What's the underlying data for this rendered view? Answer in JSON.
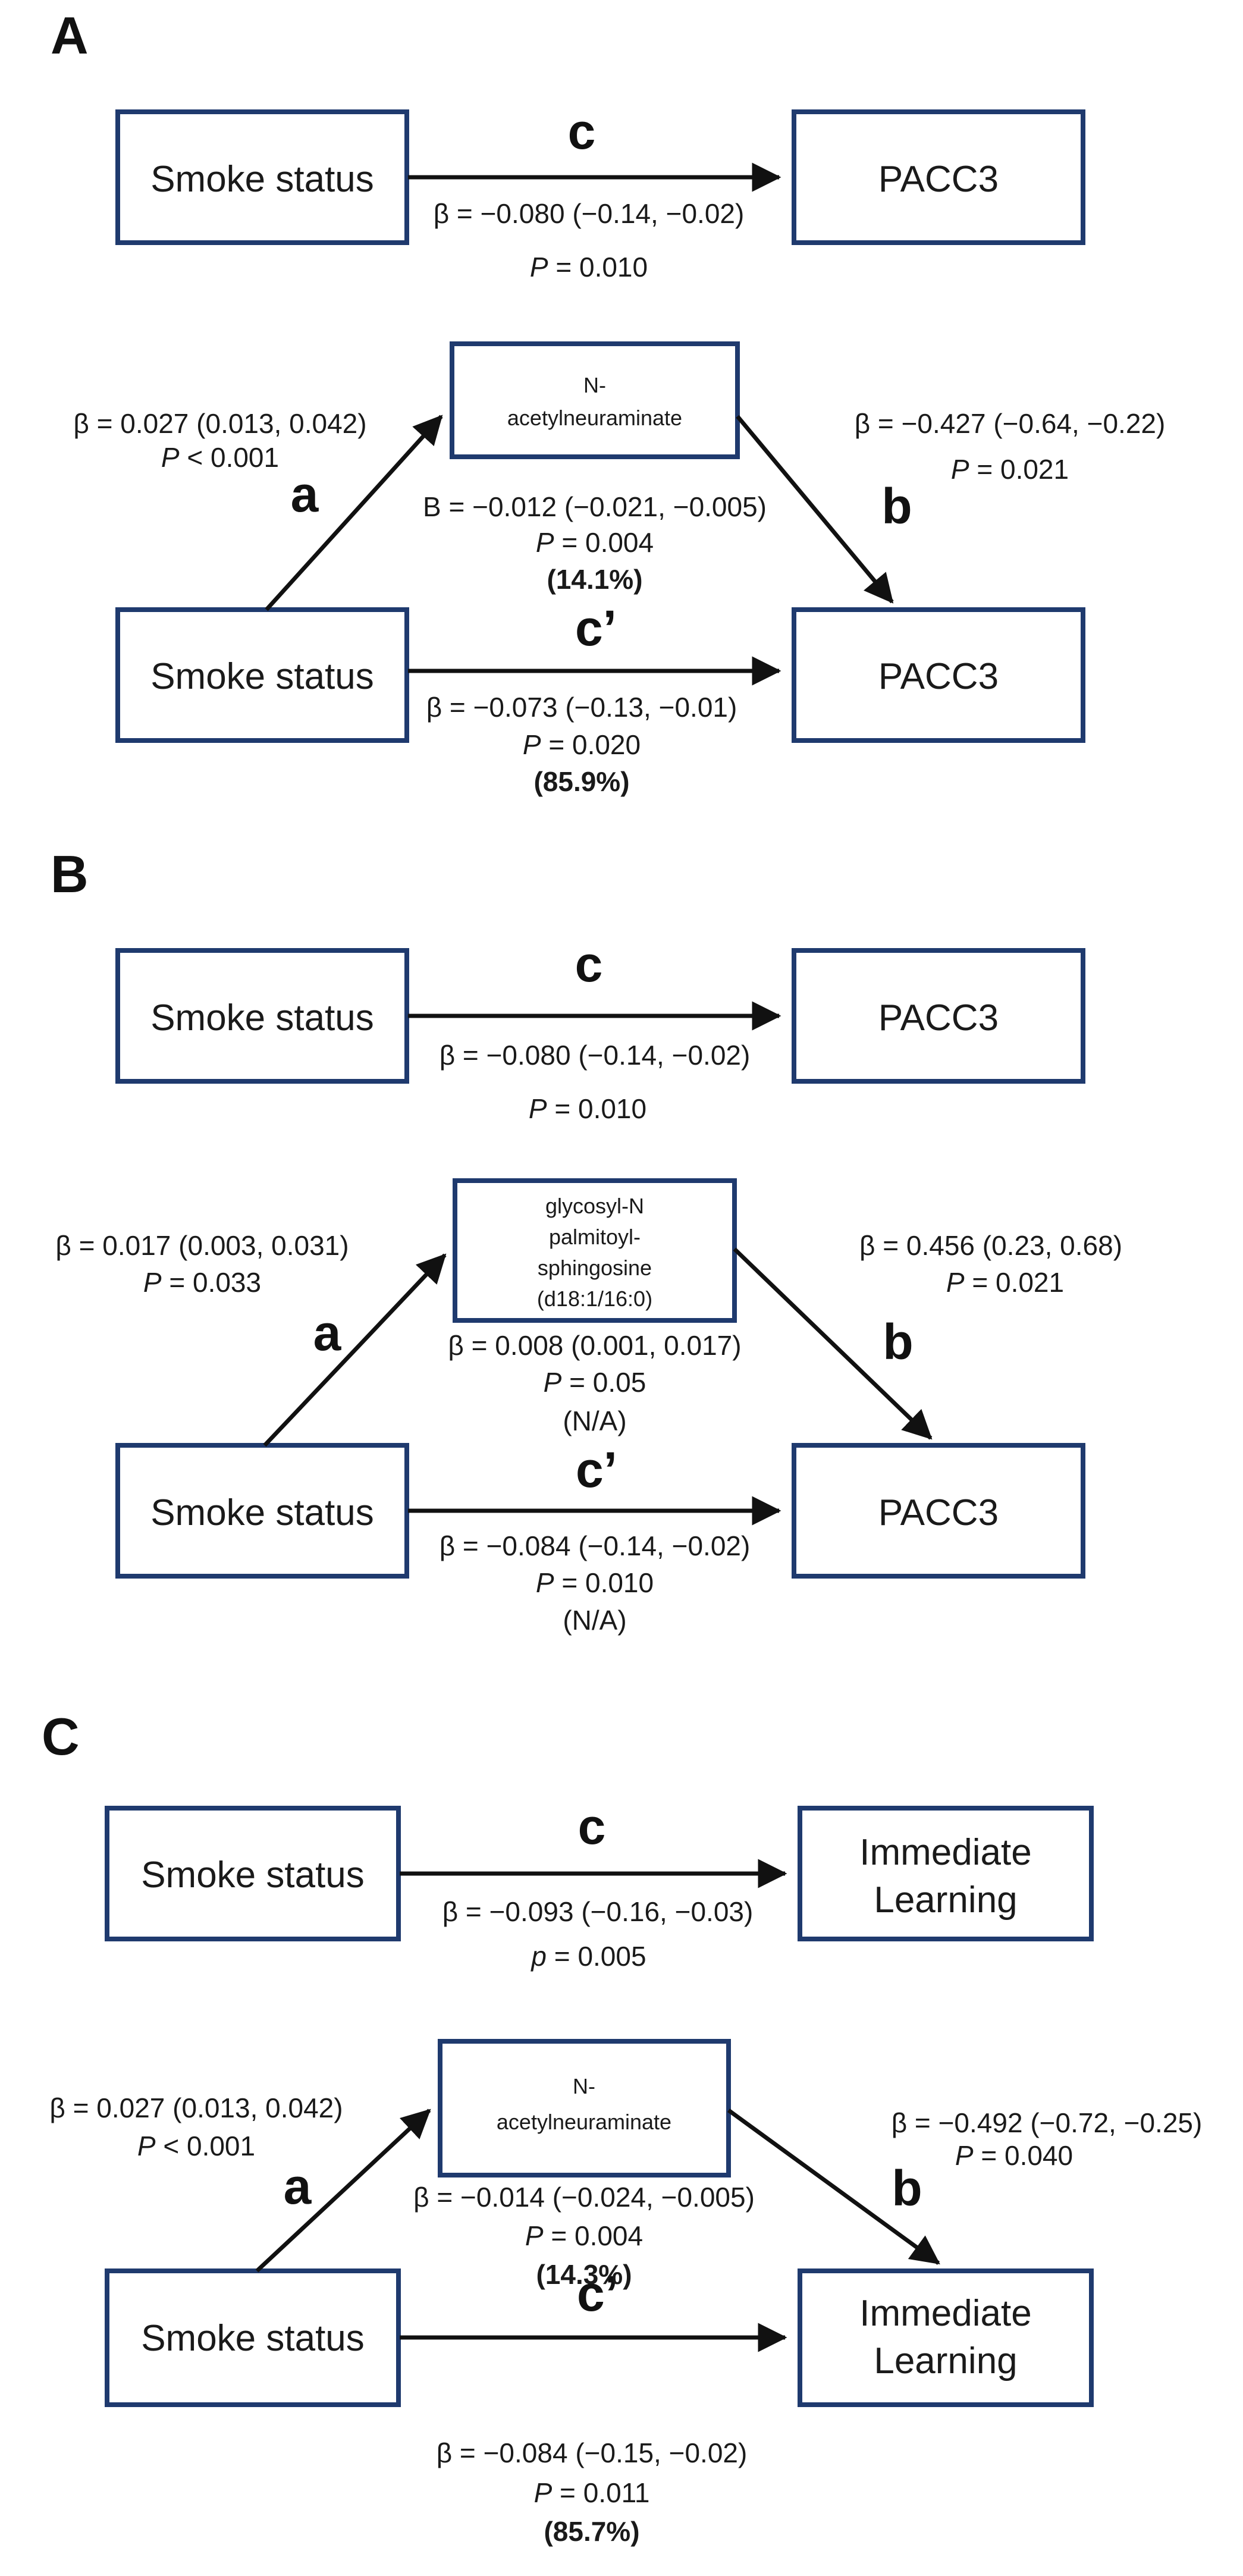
{
  "panels": [
    {
      "label": "A",
      "total": {
        "exposure": "Smoke status",
        "outcome": "PACC3",
        "path_label": "c",
        "beta": "β = −0.080 (−0.14, −0.02)",
        "p_prefix": "P",
        "p_text": " = 0.010"
      },
      "mediation": {
        "exposure": "Smoke status",
        "mediator_lines": [
          "N-",
          "acetylneuraminate"
        ],
        "outcome": "PACC3",
        "a": {
          "label": "a",
          "beta": "β = 0.027 (0.013, 0.042)",
          "p_prefix": "P",
          "p_text": " < 0.001"
        },
        "b": {
          "label": "b",
          "beta": "β = −0.427 (−0.64, −0.22)",
          "p_prefix": "P",
          "p_text": " = 0.021"
        },
        "indirect": {
          "beta": "Β = −0.012 (−0.021, −0.005)",
          "p_prefix": "P",
          "p_text": " = 0.004",
          "pct": "(14.1%)"
        },
        "direct": {
          "label": "c’",
          "beta": "β = −0.073 (−0.13, −0.01)",
          "p_prefix": "P",
          "p_text": " = 0.020",
          "pct": "(85.9%)"
        }
      }
    },
    {
      "label": "B",
      "total": {
        "exposure": "Smoke status",
        "outcome": "PACC3",
        "path_label": "c",
        "beta": "β = −0.080 (−0.14, −0.02)",
        "p_prefix": "P",
        "p_text": " = 0.010"
      },
      "mediation": {
        "exposure": "Smoke status",
        "mediator_lines": [
          "glycosyl-N",
          "palmitoyl-",
          "sphingosine",
          "(d18:1/16:0)"
        ],
        "outcome": "PACC3",
        "a": {
          "label": "a",
          "beta": "β = 0.017 (0.003, 0.031)",
          "p_prefix": "P",
          "p_text": " = 0.033"
        },
        "b": {
          "label": "b",
          "beta": "β = 0.456 (0.23, 0.68)",
          "p_prefix": "P",
          "p_text": " = 0.021"
        },
        "indirect": {
          "beta": "β = 0.008 (0.001, 0.017)",
          "p_prefix": "P",
          "p_text": " = 0.05",
          "pct": "(N/A)"
        },
        "direct": {
          "label": "c’",
          "beta": "β = −0.084 (−0.14, −0.02)",
          "p_prefix": "P",
          "p_text": " = 0.010",
          "pct": "(N/A)"
        }
      }
    },
    {
      "label": "C",
      "total": {
        "exposure": "Smoke status",
        "outcome_lines": [
          "Immediate",
          "Learning"
        ],
        "path_label": "c",
        "beta": "β = −0.093 (−0.16,  −0.03)",
        "p_prefix": "p",
        "p_text": " = 0.005"
      },
      "mediation": {
        "exposure": "Smoke status",
        "mediator_lines": [
          "N-",
          "acetylneuraminate"
        ],
        "outcome_lines": [
          "Immediate",
          "Learning"
        ],
        "a": {
          "label": "a",
          "beta": "β = 0.027 (0.013, 0.042)",
          "p_prefix": "P",
          "p_text": " < 0.001"
        },
        "b": {
          "label": "b",
          "beta": "β = −0.492 (−0.72, −0.25)",
          "p_prefix": "P",
          "p_text": " = 0.040"
        },
        "indirect": {
          "beta": "β = −0.014 (−0.024, −0.005)",
          "p_prefix": "P",
          "p_text": " = 0.004",
          "pct": "(14.3%)"
        },
        "direct": {
          "label": "c’",
          "beta": "β = −0.084 (−0.15, −0.02)",
          "p_prefix": "P",
          "p_text": " = 0.011",
          "pct": "(85.7%)"
        }
      }
    }
  ]
}
